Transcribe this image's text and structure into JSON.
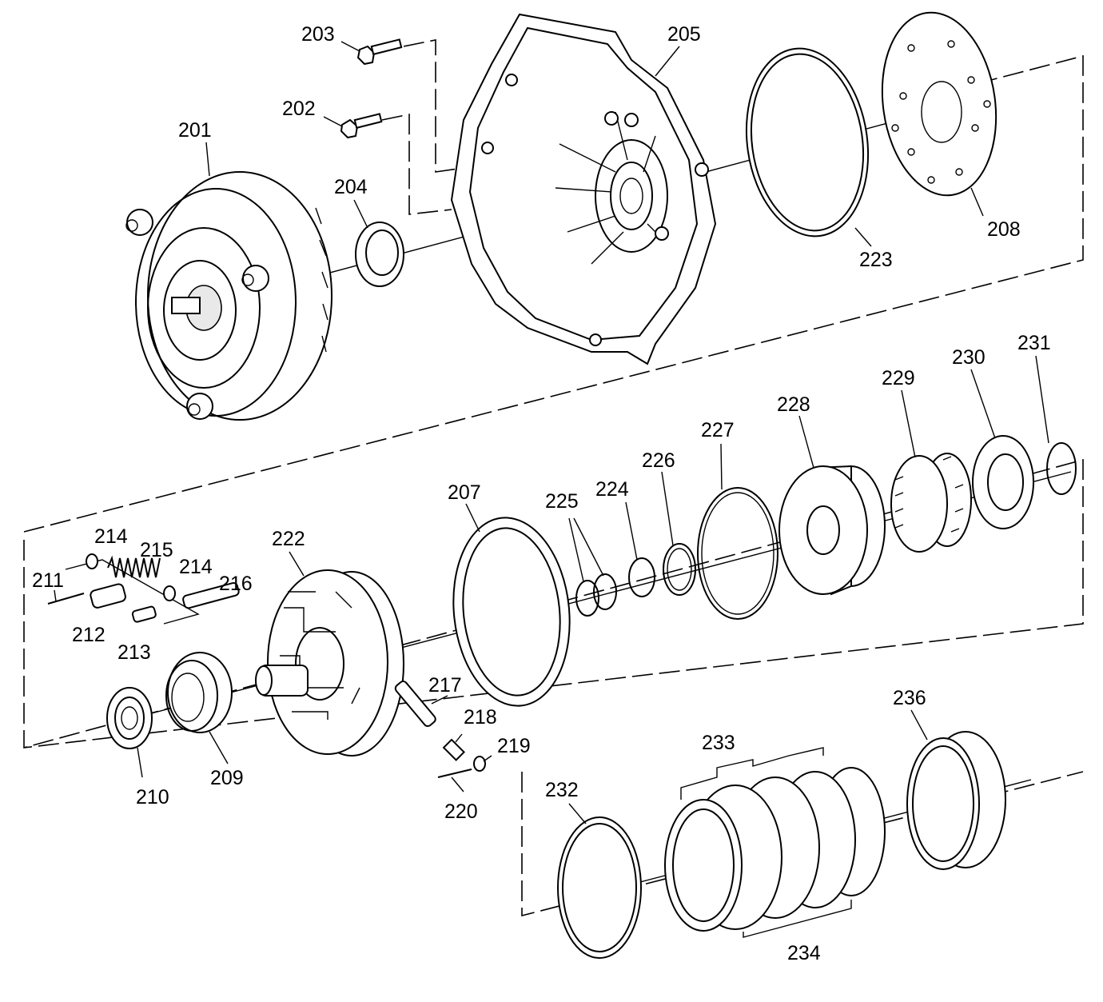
{
  "labels": {
    "l201": "201",
    "l202": "202",
    "l203": "203",
    "l204": "204",
    "l205": "205",
    "l207": "207",
    "l208": "208",
    "l209": "209",
    "l210": "210",
    "l211": "211",
    "l212": "212",
    "l213": "213",
    "l214a": "214",
    "l214b": "214",
    "l215": "215",
    "l216": "216",
    "l217": "217",
    "l218": "218",
    "l219": "219",
    "l220": "220",
    "l222": "222",
    "l223": "223",
    "l224": "224",
    "l225": "225",
    "l226": "226",
    "l227": "227",
    "l228": "228",
    "l229": "229",
    "l230": "230",
    "l231": "231",
    "l232": "232",
    "l233": "233",
    "l234": "234",
    "l236": "236"
  }
}
